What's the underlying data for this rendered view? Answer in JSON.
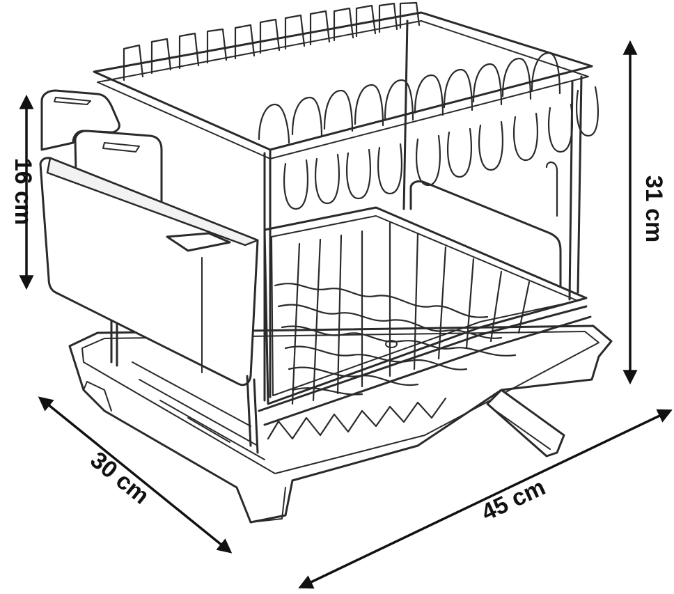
{
  "dimensions": {
    "height_holder": "16 cm",
    "height_total": "31 cm",
    "depth": "30 cm",
    "width": "45 cm"
  },
  "colors": {
    "line": "#2a2a2a",
    "label": "#111111",
    "background": "#ffffff"
  }
}
